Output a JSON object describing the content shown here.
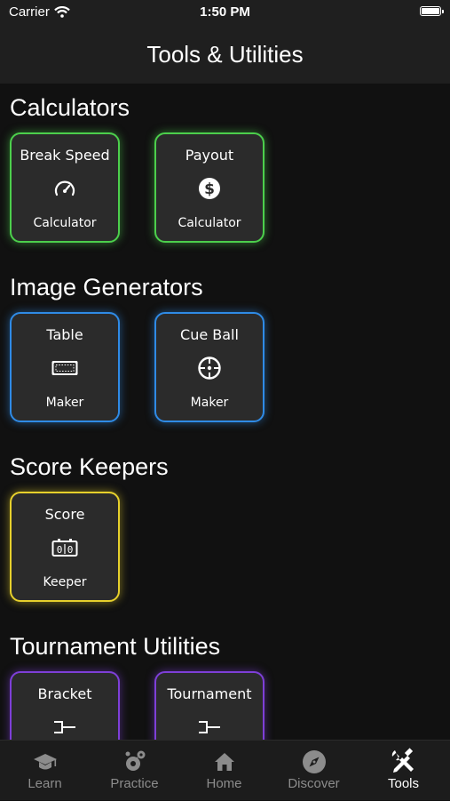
{
  "status_bar": {
    "carrier": "Carrier",
    "time": "1:50 PM"
  },
  "nav": {
    "title": "Tools & Utilities"
  },
  "sections": {
    "calculators": {
      "title": "Calculators",
      "cards": [
        {
          "line1": "Break Speed",
          "line2": "Calculator",
          "icon": "speedometer-icon"
        },
        {
          "line1": "Payout",
          "line2": "Calculator",
          "icon": "dollar-icon"
        }
      ]
    },
    "image_generators": {
      "title": "Image Generators",
      "cards": [
        {
          "line1": "Table",
          "line2": "Maker",
          "icon": "pool-table-icon"
        },
        {
          "line1": "Cue Ball",
          "line2": "Maker",
          "icon": "crosshair-icon"
        }
      ]
    },
    "score_keepers": {
      "title": "Score Keepers",
      "cards": [
        {
          "line1": "Score",
          "line2": "Keeper",
          "icon": "scoreboard-icon"
        }
      ]
    },
    "tournament_utilities": {
      "title": "Tournament Utilities",
      "cards": [
        {
          "line1": "Bracket",
          "line2": "",
          "icon": "bracket-icon"
        },
        {
          "line1": "Tournament",
          "line2": "",
          "icon": "bracket-icon"
        }
      ]
    }
  },
  "colors": {
    "calculators": "#4ccf4c",
    "image_generators": "#2f8be6",
    "score_keepers": "#e6d02c",
    "tournament_utilities": "#7e3fd8"
  },
  "tabs": [
    {
      "label": "Learn",
      "icon": "graduation-cap-icon"
    },
    {
      "label": "Practice",
      "icon": "practice-icon"
    },
    {
      "label": "Home",
      "icon": "home-icon"
    },
    {
      "label": "Discover",
      "icon": "compass-icon"
    },
    {
      "label": "Tools",
      "icon": "tools-icon",
      "active": true
    }
  ]
}
